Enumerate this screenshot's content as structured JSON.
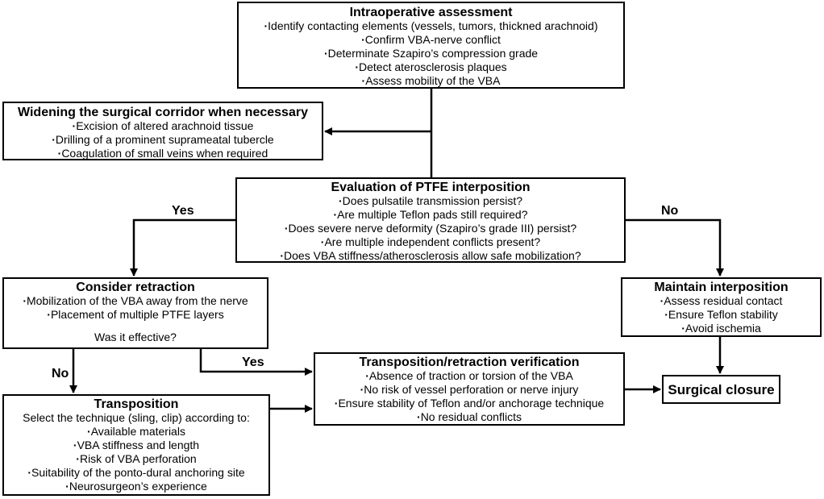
{
  "boxes": {
    "intraop": {
      "title": "Intraoperative assessment",
      "items": [
        "Identify contacting elements (vessels, tumors, thickned arachnoid)",
        "Confirm VBA-nerve conflict",
        "Determinate Szapiro’s compression grade",
        "Detect aterosclerosis plaques",
        "Assess mobility of the VBA"
      ]
    },
    "widening": {
      "title": "Widening the surgical corridor when necessary",
      "items": [
        "Excision of altered arachnoid tissue",
        "Drilling of a prominent suprameatal tubercle",
        "Coagulation of small veins when required"
      ]
    },
    "ptfe": {
      "title": "Evaluation of PTFE interposition",
      "items": [
        "Does pulsatile transmission persist?",
        "Are multiple Teflon pads still required?",
        "Does severe nerve deformity (Szapiro’s grade III) persist?",
        "Are multiple independent conflicts present?",
        "Does VBA stiffness/atherosclerosis allow safe mobilization?"
      ]
    },
    "retraction": {
      "title": "Consider retraction",
      "items": [
        "Mobilization of the VBA away from the nerve",
        "Placement of multiple PTFE layers"
      ],
      "question": "Was it effective?"
    },
    "maintain": {
      "title": "Maintain interposition",
      "items": [
        "Assess residual contact",
        "Ensure Teflon stability",
        "Avoid ischemia"
      ]
    },
    "verification": {
      "title": "Transposition/retraction verification",
      "items": [
        "Absence of traction or torsion of the VBA",
        "No risk of vessel perforation or nerve injury",
        "Ensure stability of Teflon and/or anchorage technique",
        "No residual conflicts"
      ]
    },
    "transposition": {
      "title": "Transposition",
      "intro": "Select the technique (sling, clip) according to:",
      "items": [
        "Available materials",
        "VBA stiffness and length",
        "Risk of VBA perforation",
        "Suitability of the ponto-dural anchoring site",
        "Neurosurgeon’s experience"
      ]
    },
    "closure": {
      "title": "Surgical closure"
    }
  },
  "labels": {
    "yes_left": "Yes",
    "no_right": "No",
    "no_down": "No",
    "yes_mid": "Yes"
  }
}
